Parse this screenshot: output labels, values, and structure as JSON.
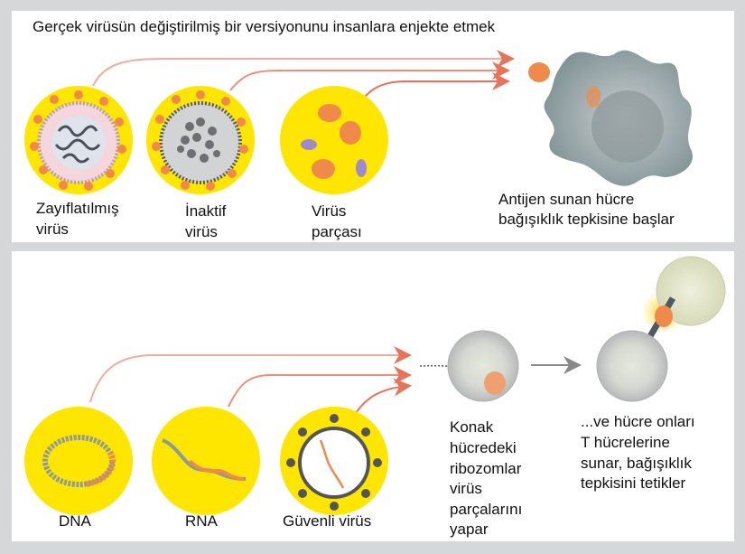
{
  "top": {
    "title": "Gerçek virüsün değiştirilmiş bir versiyonunu insanlara enjekte etmek",
    "labels": {
      "attenuated": [
        "Zayıflatılmış",
        "virüs"
      ],
      "inactivated": [
        "İnaktif",
        "virüs"
      ],
      "fragment": [
        "Virüs",
        "parçası"
      ],
      "apc": [
        "Antijen sunan hücre",
        "bağışıklık tepkisine başlar"
      ]
    }
  },
  "bottom": {
    "labels": {
      "dna": "DNA",
      "rna": "RNA",
      "safe_virus": "Güvenli virüs",
      "host": [
        "Konak",
        "hücredeki",
        "ribozomlar",
        "virüs",
        "parçalarını",
        "yapar"
      ],
      "tcell": [
        "...ve hücre onları",
        "T hücrelerine",
        "sunar, bağışıklık",
        "tepkisini tetikler"
      ]
    }
  },
  "colors": {
    "yellow": "#ffe600",
    "arrow": "#e8735a",
    "spike": "#f08a4b",
    "cell": "#8c9e9f"
  }
}
